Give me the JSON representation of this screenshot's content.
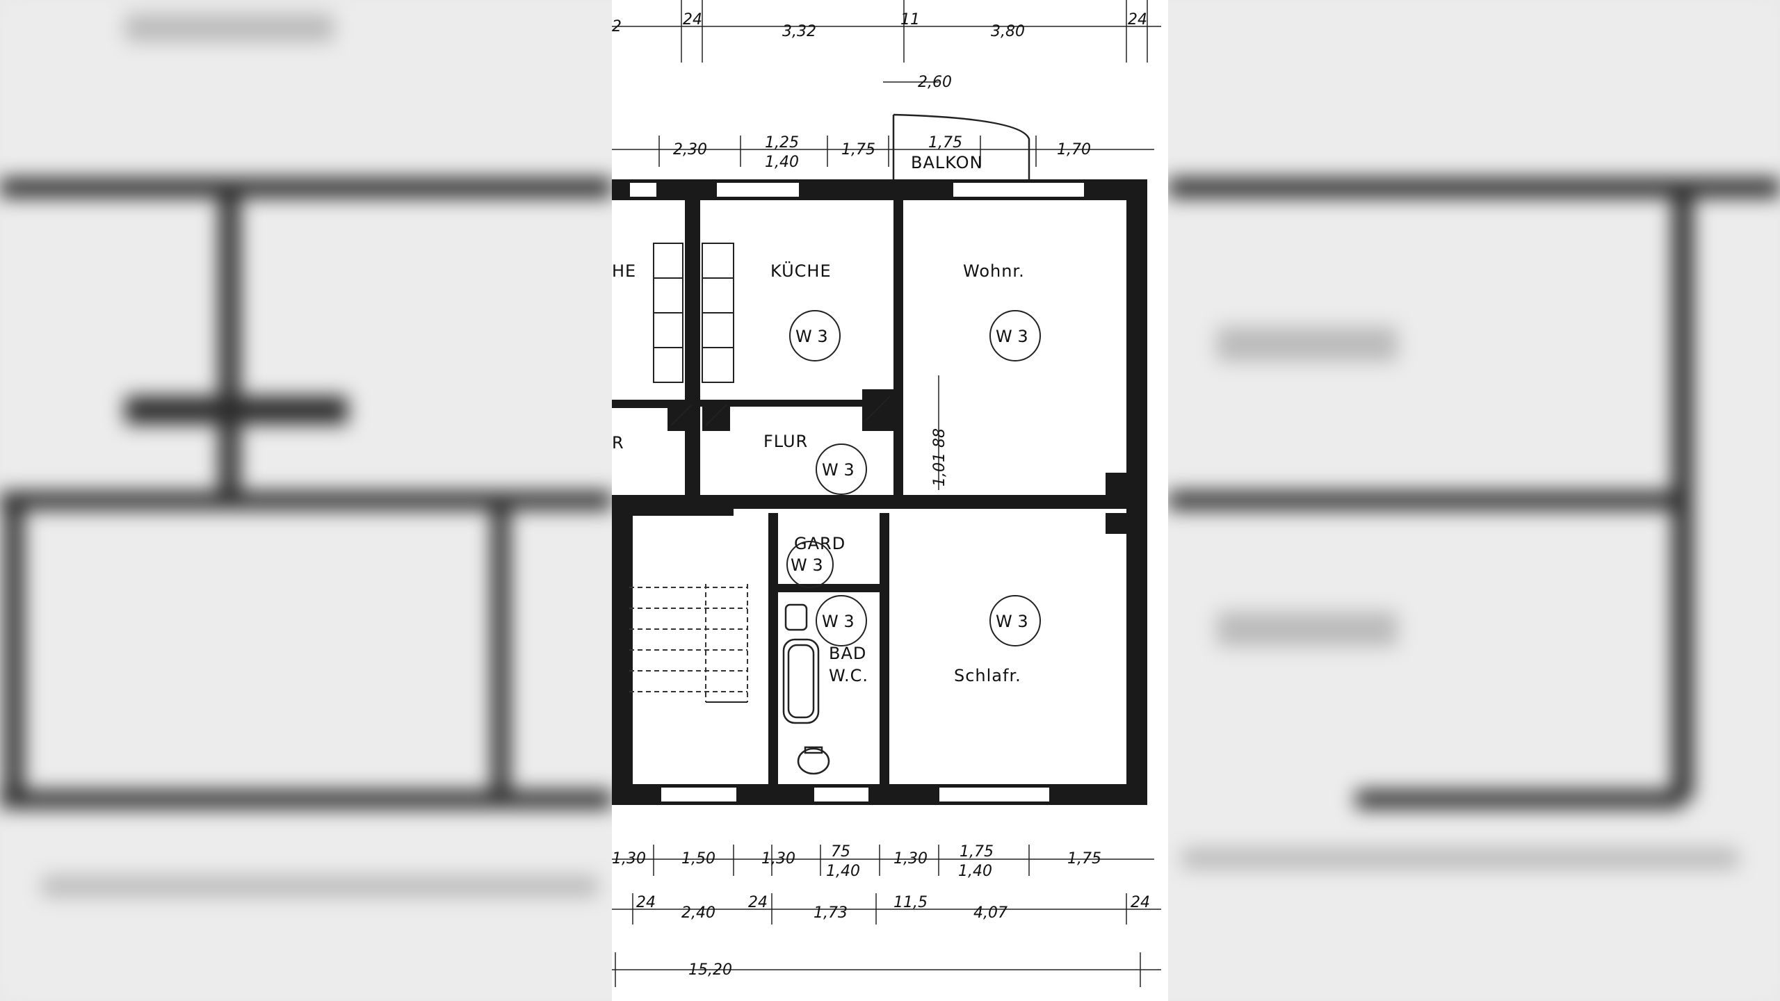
{
  "plan": {
    "balcony": "BALKON",
    "rooms": {
      "kitchen": "KÜCHE",
      "living": "Wohnr.",
      "hall": "FLUR",
      "wardrobe": "GARD",
      "bath_line1": "BAD",
      "bath_line2": "W.C.",
      "bedroom": "Schlafr.",
      "left_cut_top": "HE",
      "left_cut_mid": "R"
    },
    "unit_tag": "W 3",
    "top_dims": {
      "row1": [
        "2",
        "24",
        "3,32",
        "11",
        "3,80",
        "24"
      ],
      "row2": [
        "2,60"
      ],
      "row3": [
        "2,30",
        "1,25",
        "1,40",
        "1,75",
        "1,75",
        "1,70"
      ]
    },
    "inner_dim": "1,01  88",
    "bottom_dims": {
      "row1": [
        "1,30",
        "1,50",
        "1,30",
        "75",
        "1,40",
        "1,30",
        "1,75",
        "1,40",
        "1,75"
      ],
      "row2": [
        "24",
        "2,40",
        "24",
        "1,73",
        "11,5",
        "4,07",
        "24"
      ],
      "total": "15,20"
    }
  }
}
